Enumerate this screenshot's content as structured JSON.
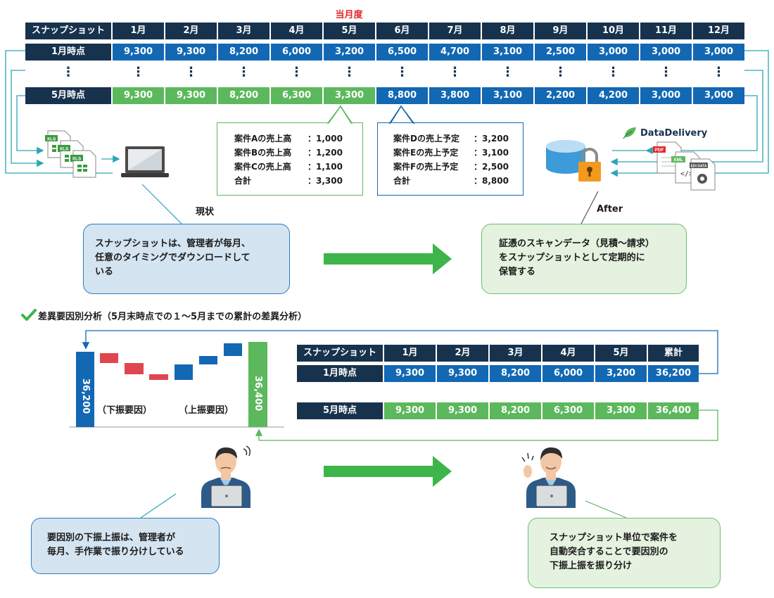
{
  "top_table": {
    "current_month_label": "当月度",
    "header": [
      "スナップショット",
      "1月",
      "2月",
      "3月",
      "4月",
      "5月",
      "6月",
      "7月",
      "8月",
      "9月",
      "10月",
      "11月",
      "12月"
    ],
    "row1": {
      "label": "1月時点",
      "values": [
        "9,300",
        "9,300",
        "8,200",
        "6,000",
        "3,200",
        "6,500",
        "4,700",
        "3,100",
        "2,500",
        "3,000",
        "3,000",
        "3,000"
      ]
    },
    "dots": "⋮",
    "row5": {
      "label": "5月時点",
      "values": [
        "9,300",
        "9,300",
        "8,200",
        "6,300",
        "3,300",
        "8,800",
        "3,800",
        "3,100",
        "2,200",
        "4,200",
        "3,000",
        "3,000"
      ]
    }
  },
  "callout_green": {
    "lines": [
      {
        "name": "案件Aの売上高",
        "value": "：1,000"
      },
      {
        "name": "案件Bの売上高",
        "value": "：1,200"
      },
      {
        "name": "案件Cの売上高",
        "value": "：1,100"
      },
      {
        "name": "合計",
        "value": "：3,300"
      }
    ]
  },
  "callout_blue": {
    "lines": [
      {
        "name": "案件Dの売上予定",
        "value": "：3,200"
      },
      {
        "name": "案件Eの売上予定",
        "value": "：3,100"
      },
      {
        "name": "案件Fの売上予定",
        "value": "：2,500"
      },
      {
        "name": "合計",
        "value": "：8,800"
      }
    ]
  },
  "icons": {
    "xls_label": "XLS",
    "pdf_label": "PDF",
    "xml_label": "XML",
    "edi_label": "EDI DATA",
    "brand": "DataDelivery"
  },
  "label_current": "現状",
  "label_after": "After",
  "bubble_current": "スナップショットは、管理者が毎月、\n任意のタイミングでダウンロードして\nいる",
  "bubble_after": "証憑のスキャンデータ（見積〜請求）\nをスナップショットとして定期的に\n保管する",
  "section_title": "差異要因別分析（5月末時点での１〜5月までの累計の差異分析）",
  "waterfall": {
    "start_value": "36,200",
    "end_value": "36,400",
    "down_label": "（下振要因）",
    "up_label": "（上振要因）"
  },
  "bottom_table": {
    "header": [
      "スナップショット",
      "1月",
      "2月",
      "3月",
      "4月",
      "5月",
      "累計"
    ],
    "row1": {
      "label": "1月時点",
      "values": [
        "9,300",
        "9,300",
        "8,200",
        "6,000",
        "3,200",
        "36,200"
      ]
    },
    "row5": {
      "label": "5月時点",
      "values": [
        "9,300",
        "9,300",
        "8,200",
        "6,300",
        "3,300",
        "36,400"
      ]
    }
  },
  "bubble_manual": "要因別の下振上振は、管理者が\n毎月、手作業で振り分けしている",
  "bubble_auto": "スナップショット単位で案件を\n自動突合することで要因別の\n下振上振を振り分け",
  "colors": {
    "navy": "#17324d",
    "blue": "#1268b3",
    "green": "#5cb85c",
    "red": "#e0464f",
    "arrow_green": "#3db54a",
    "teal": "#2ba6b5"
  }
}
